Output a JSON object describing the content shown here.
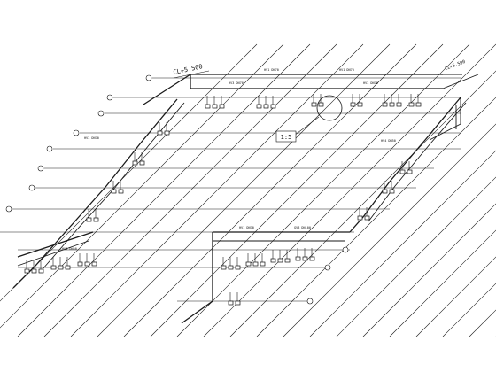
{
  "elevation_labels": {
    "main": "CL+5.500",
    "right": "CL+5.500"
  },
  "detail_marker": "1:5",
  "pipe_tags": {
    "hv1": "HV1 DN70",
    "hv3": "HV3 DN70",
    "hv4": "HV4 DN50",
    "gv": "GV8 DN100"
  },
  "colors": {
    "ink": "#1a1a1a",
    "paper": "#ffffff"
  },
  "icons": {
    "axis_bubble": "circle-marker",
    "fixture": "sanitary-fixture-symbol",
    "detail_callout": "circle-callout"
  }
}
